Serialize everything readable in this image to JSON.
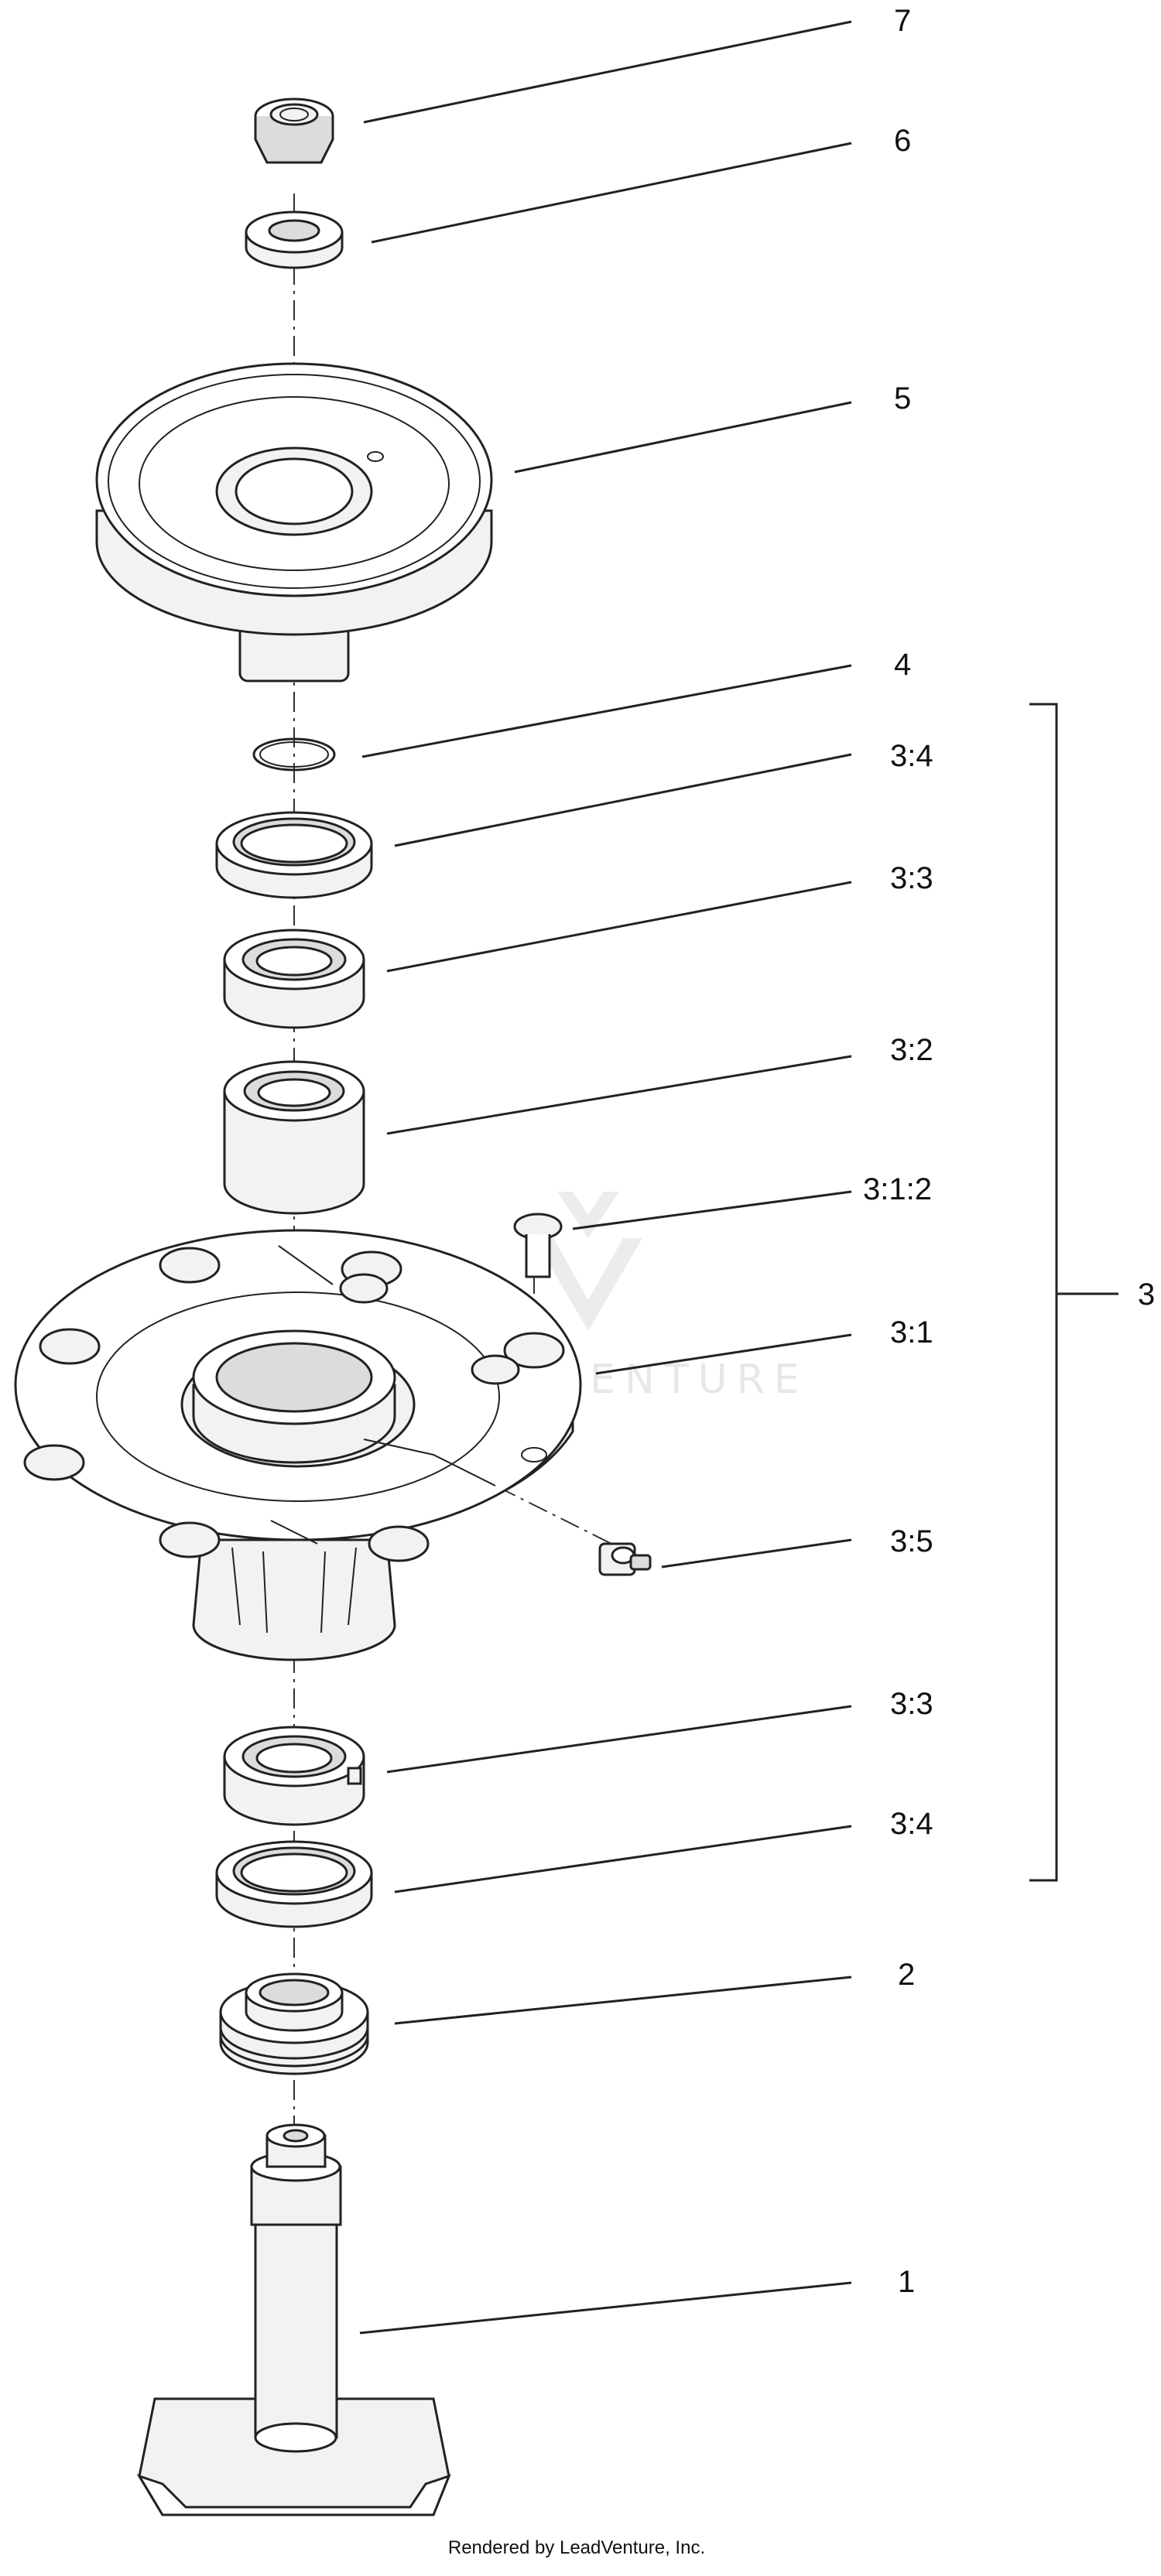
{
  "callouts": [
    {
      "id": "c7",
      "label": "7"
    },
    {
      "id": "c6",
      "label": "6"
    },
    {
      "id": "c5",
      "label": "5"
    },
    {
      "id": "c4",
      "label": "4"
    },
    {
      "id": "c3-4a",
      "label": "3:4"
    },
    {
      "id": "c3-3a",
      "label": "3:3"
    },
    {
      "id": "c3-2",
      "label": "3:2"
    },
    {
      "id": "c3-1-2",
      "label": "3:1:2"
    },
    {
      "id": "c3-1",
      "label": "3:1"
    },
    {
      "id": "c3-5",
      "label": "3:5"
    },
    {
      "id": "c3-3b",
      "label": "3:3"
    },
    {
      "id": "c3-4b",
      "label": "3:4"
    },
    {
      "id": "c2",
      "label": "2"
    },
    {
      "id": "c1",
      "label": "1"
    }
  ],
  "assembly_label": "3",
  "footer": {
    "credit": "Rendered by LeadVenture, Inc."
  },
  "watermark": {
    "text": "LEADVENTURE"
  }
}
